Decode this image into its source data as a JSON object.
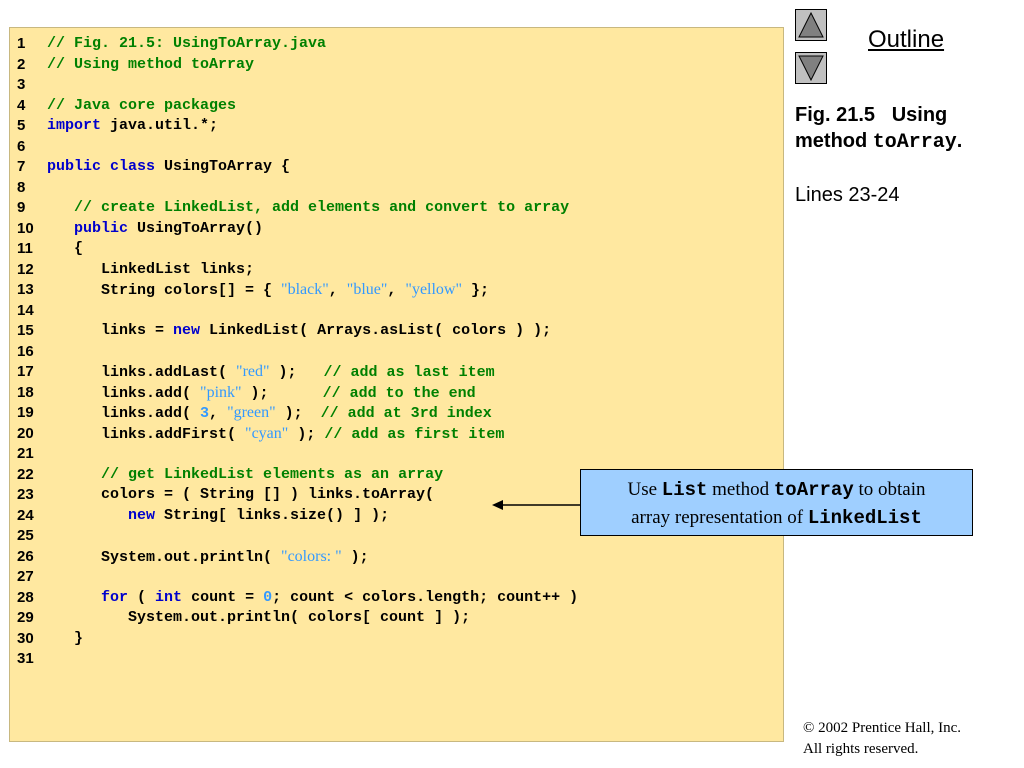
{
  "nav": {
    "up_icon": "triangle-up-icon",
    "down_icon": "triangle-down-icon",
    "outline_label": "Outline"
  },
  "caption": {
    "fig_text": "Fig. 21.5   Using",
    "method_word": "method ",
    "method_code": "toArray",
    "period": ".",
    "lines_note": "Lines 23-24"
  },
  "callout": {
    "t1": "Use ",
    "c1": "List",
    "t2": " method ",
    "c2": "toArray",
    "t3": " to obtain",
    "t4": "array representation of ",
    "c3": "LinkedList"
  },
  "copyright": {
    "symbol": "©",
    "line1": " 2002 Prentice Hall, Inc.",
    "line2": "All rights reserved."
  },
  "code": [
    {
      "n": "1",
      "segs": [
        {
          "c": "cm",
          "t": "// Fig. 21.5: UsingToArray.java"
        }
      ]
    },
    {
      "n": "2",
      "segs": [
        {
          "c": "cm",
          "t": "// Using method toArray"
        }
      ]
    },
    {
      "n": "3",
      "segs": []
    },
    {
      "n": "4",
      "segs": [
        {
          "c": "cm",
          "t": "// Java core packages"
        }
      ]
    },
    {
      "n": "5",
      "segs": [
        {
          "c": "kw",
          "t": "import"
        },
        {
          "c": "",
          "t": " java.util.*;"
        }
      ]
    },
    {
      "n": "6",
      "segs": []
    },
    {
      "n": "7",
      "segs": [
        {
          "c": "kw",
          "t": "public class"
        },
        {
          "c": "",
          "t": " UsingToArray {"
        }
      ]
    },
    {
      "n": "8",
      "segs": []
    },
    {
      "n": "9",
      "segs": [
        {
          "c": "",
          "t": "   "
        },
        {
          "c": "cm",
          "t": "// create LinkedList, add elements and convert to array"
        }
      ]
    },
    {
      "n": "10",
      "segs": [
        {
          "c": "",
          "t": "   "
        },
        {
          "c": "kw",
          "t": "public"
        },
        {
          "c": "",
          "t": " UsingToArray()"
        }
      ]
    },
    {
      "n": "11",
      "segs": [
        {
          "c": "",
          "t": "   {"
        }
      ]
    },
    {
      "n": "12",
      "segs": [
        {
          "c": "",
          "t": "      LinkedList links;"
        }
      ]
    },
    {
      "n": "13",
      "segs": [
        {
          "c": "",
          "t": "      String colors[] = { "
        },
        {
          "c": "st",
          "t": "\"black\""
        },
        {
          "c": "",
          "t": ", "
        },
        {
          "c": "st",
          "t": "\"blue\""
        },
        {
          "c": "",
          "t": ", "
        },
        {
          "c": "st",
          "t": "\"yellow\""
        },
        {
          "c": "",
          "t": " };"
        }
      ]
    },
    {
      "n": "14",
      "segs": []
    },
    {
      "n": "15",
      "segs": [
        {
          "c": "",
          "t": "      links = "
        },
        {
          "c": "kw",
          "t": "new"
        },
        {
          "c": "",
          "t": " LinkedList( Arrays.asList( colors ) );"
        }
      ]
    },
    {
      "n": "16",
      "segs": []
    },
    {
      "n": "17",
      "segs": [
        {
          "c": "",
          "t": "      links.addLast( "
        },
        {
          "c": "st",
          "t": "\"red\""
        },
        {
          "c": "",
          "t": " );   "
        },
        {
          "c": "cm",
          "t": "// add as last item"
        }
      ]
    },
    {
      "n": "18",
      "segs": [
        {
          "c": "",
          "t": "      links.add( "
        },
        {
          "c": "st",
          "t": "\"pink\""
        },
        {
          "c": "",
          "t": " );      "
        },
        {
          "c": "cm",
          "t": "// add to the end"
        }
      ]
    },
    {
      "n": "19",
      "segs": [
        {
          "c": "",
          "t": "      links.add( "
        },
        {
          "c": "nm",
          "t": "3"
        },
        {
          "c": "",
          "t": ", "
        },
        {
          "c": "st",
          "t": "\"green\""
        },
        {
          "c": "",
          "t": " );  "
        },
        {
          "c": "cm",
          "t": "// add at 3rd index"
        }
      ]
    },
    {
      "n": "20",
      "segs": [
        {
          "c": "",
          "t": "      links.addFirst( "
        },
        {
          "c": "st",
          "t": "\"cyan\""
        },
        {
          "c": "",
          "t": " ); "
        },
        {
          "c": "cm",
          "t": "// add as first item"
        }
      ]
    },
    {
      "n": "21",
      "segs": []
    },
    {
      "n": "22",
      "segs": [
        {
          "c": "",
          "t": "      "
        },
        {
          "c": "cm",
          "t": "// get LinkedList elements as an array"
        }
      ]
    },
    {
      "n": "23",
      "segs": [
        {
          "c": "",
          "t": "      colors = ( String [] ) links.toArray("
        }
      ]
    },
    {
      "n": "24",
      "segs": [
        {
          "c": "",
          "t": "         "
        },
        {
          "c": "kw",
          "t": "new"
        },
        {
          "c": "",
          "t": " String[ links.size() ] );"
        }
      ]
    },
    {
      "n": "25",
      "segs": []
    },
    {
      "n": "26",
      "segs": [
        {
          "c": "",
          "t": "      System.out.println( "
        },
        {
          "c": "st",
          "t": "\"colors: \""
        },
        {
          "c": "",
          "t": " );"
        }
      ]
    },
    {
      "n": "27",
      "segs": []
    },
    {
      "n": "28",
      "segs": [
        {
          "c": "",
          "t": "      "
        },
        {
          "c": "kw",
          "t": "for"
        },
        {
          "c": "",
          "t": " ( "
        },
        {
          "c": "kw",
          "t": "int"
        },
        {
          "c": "",
          "t": " count = "
        },
        {
          "c": "nm",
          "t": "0"
        },
        {
          "c": "",
          "t": "; count < colors.length; count++ )"
        }
      ]
    },
    {
      "n": "29",
      "segs": [
        {
          "c": "",
          "t": "         System.out.println( colors[ count ] );"
        }
      ]
    },
    {
      "n": "30",
      "segs": [
        {
          "c": "",
          "t": "   }"
        }
      ]
    },
    {
      "n": "31",
      "segs": []
    }
  ]
}
